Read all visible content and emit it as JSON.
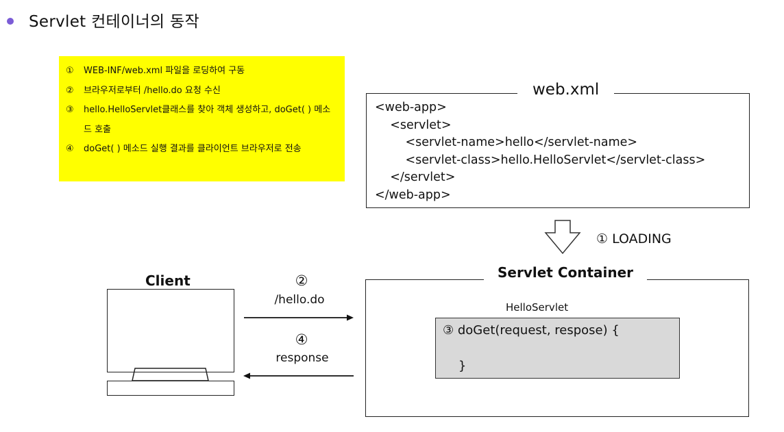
{
  "title": "Servlet 컨테이너의 동작",
  "note": {
    "items": [
      {
        "num": "①",
        "text": "WEB-INF/web.xml 파일을 로딩하여 구동"
      },
      {
        "num": "②",
        "text": "브라우저로부터 /hello.do 요청 수신"
      },
      {
        "num": "③",
        "text": "hello.HelloServlet클래스를 찾아 객체 생성하고, doGet( ) 메소드 호출"
      },
      {
        "num": "④",
        "text": "doGet( ) 메소드 실행 결과를 클라이언트 브라우저로 전송"
      }
    ]
  },
  "webxml": {
    "label": "web.xml",
    "code": "<web-app>\n    <servlet>\n        <servlet-name>hello</servlet-name>\n        <servlet-class>hello.HelloServlet</servlet-class>\n    </servlet>\n</web-app>"
  },
  "loading": {
    "text": "① LOADING"
  },
  "container": {
    "label": "Servlet Container",
    "servlet_name": "HelloServlet",
    "doget_code": "③ doGet(request, respose) {\n\n    }"
  },
  "client": {
    "label": "Client"
  },
  "request": {
    "num": "②",
    "text": "/hello.do"
  },
  "response": {
    "num": "④",
    "text": "response"
  }
}
